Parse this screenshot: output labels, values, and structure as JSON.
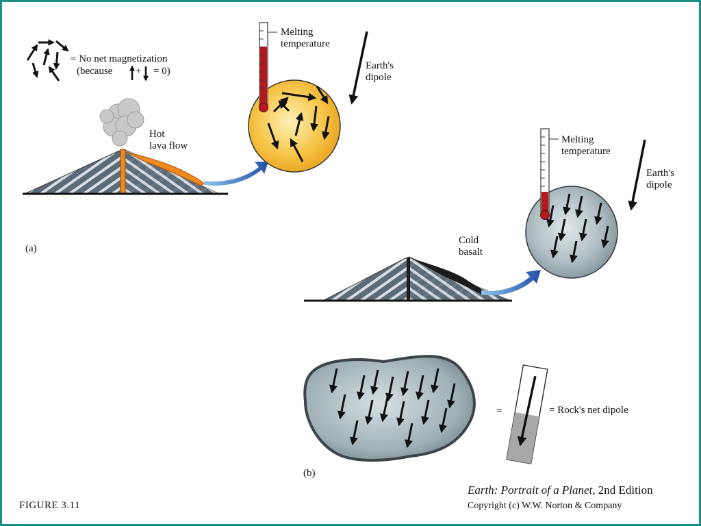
{
  "legend": {
    "line1": "= No net magnetization",
    "because_prefix": "(because",
    "because_plus": "+",
    "because_suffix": "= 0)"
  },
  "panel_a": {
    "label": "(a)",
    "lava_label_1": "Hot",
    "lava_label_2": "lava flow",
    "thermometer_label_1": "Melting",
    "thermometer_label_2": "temperature",
    "dipole_label_1": "Earth's",
    "dipole_label_2": "dipole",
    "circle_color": "#f2b233"
  },
  "panel_mid": {
    "basalt_label_1": "Cold",
    "basalt_label_2": "basalt",
    "thermometer_label_1": "Melting",
    "thermometer_label_2": "temperature",
    "dipole_label_1": "Earth's",
    "dipole_label_2": "dipole",
    "circle_color": "#a9b9bd"
  },
  "panel_b": {
    "label": "(b)",
    "equals": "=",
    "net_dipole_label": "= Rock's net dipole"
  },
  "figure": {
    "label": "FIGURE 3.11"
  },
  "credit": {
    "title_italic": "Earth: Portrait of a Planet",
    "title_rest": ", 2nd Edition",
    "copyright": "Copyright (c) W.W. Norton & Company"
  },
  "colors": {
    "frame": "#1b8f86",
    "lava": "#f08a1c",
    "arrow_blue": "#1f5fb8",
    "thermometer_red": "#b3191d"
  }
}
